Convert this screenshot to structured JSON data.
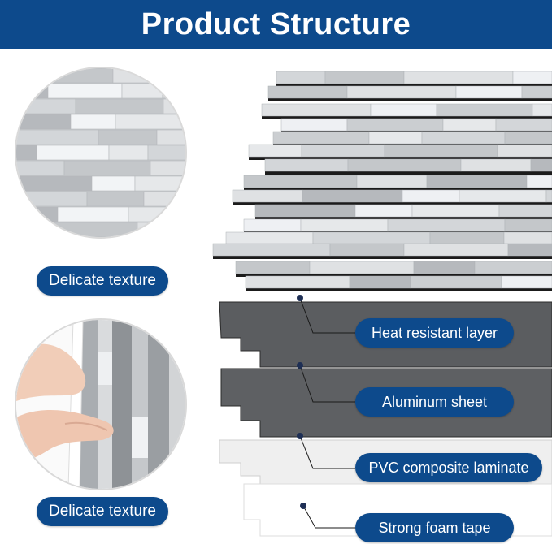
{
  "header": {
    "title": "Product Structure"
  },
  "detail_labels": [
    "Delicate texture",
    "Delicate texture"
  ],
  "layers": [
    {
      "label": "Heat resistant layer"
    },
    {
      "label": "Aluminum sheet"
    },
    {
      "label": "PVC composite laminate"
    },
    {
      "label": "Strong foam tape"
    }
  ],
  "colors": {
    "brand_blue": "#0d4a8c",
    "stone_light": "#d6d8da",
    "stone_mid": "#b9bcbf",
    "metal": "#e9ecef",
    "dark_layer": "#5b5d60",
    "pvc_layer": "#efefef",
    "foam_layer": "#ffffff"
  }
}
